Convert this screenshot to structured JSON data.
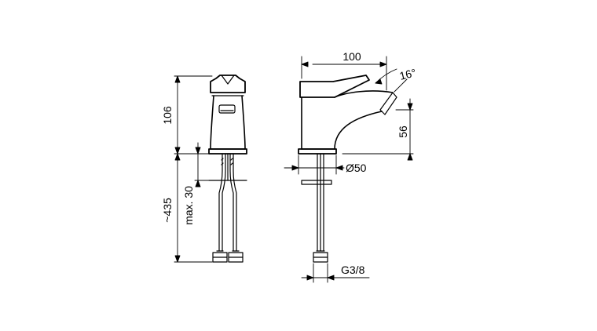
{
  "drawing": {
    "height_upper": "106",
    "height_lower": "~435",
    "max_note": "max. 30",
    "spout_reach": "100",
    "spout_angle": "16°",
    "spout_height": "56",
    "base_diameter": "Ø50",
    "thread": "G3/8"
  },
  "colors": {
    "line": "#000000",
    "background": "#ffffff"
  }
}
